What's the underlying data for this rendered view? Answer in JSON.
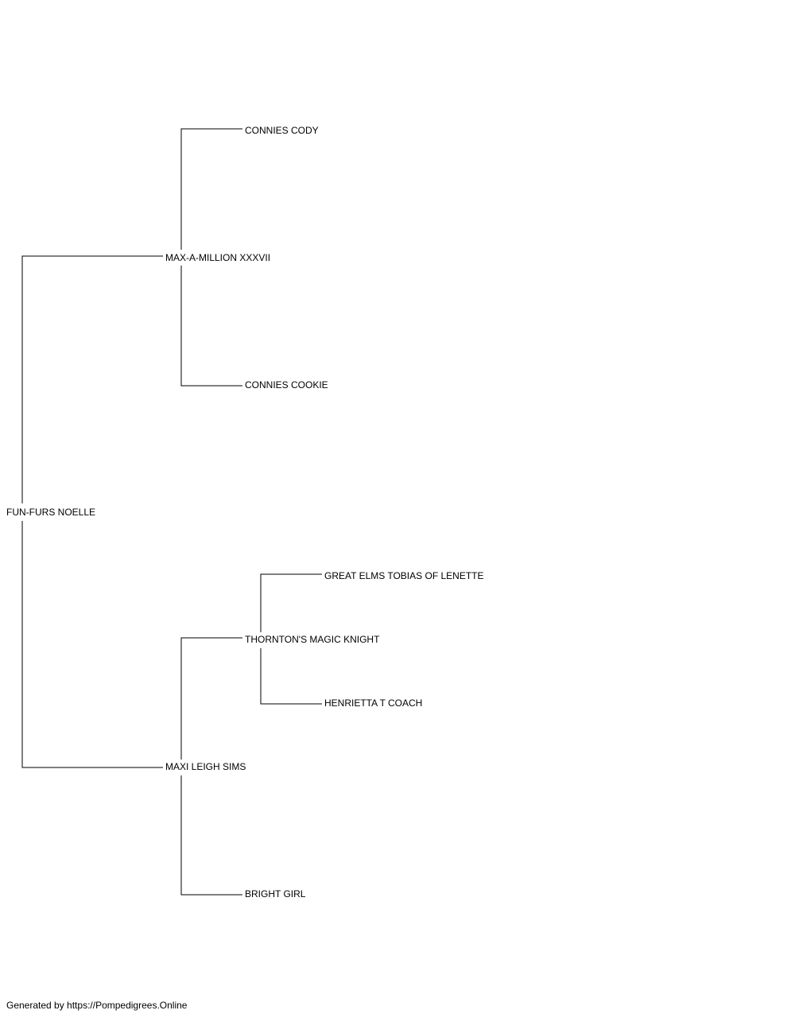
{
  "pedigree": {
    "subject": "FUN-FURS NOELLE",
    "sire": "MAX-A-MILLION XXXVII",
    "sire_sire": "CONNIES CODY",
    "sire_dam": "CONNIES COOKIE",
    "dam": "MAXI LEIGH SIMS",
    "dam_sire": "THORNTON'S MAGIC KNIGHT",
    "dam_sire_sire": "GREAT ELMS TOBIAS OF LENETTE",
    "dam_sire_dam": "HENRIETTA T COACH",
    "dam_dam": "BRIGHT GIRL"
  },
  "footer": {
    "text": "Generated by https://Pompedigrees.Online"
  }
}
